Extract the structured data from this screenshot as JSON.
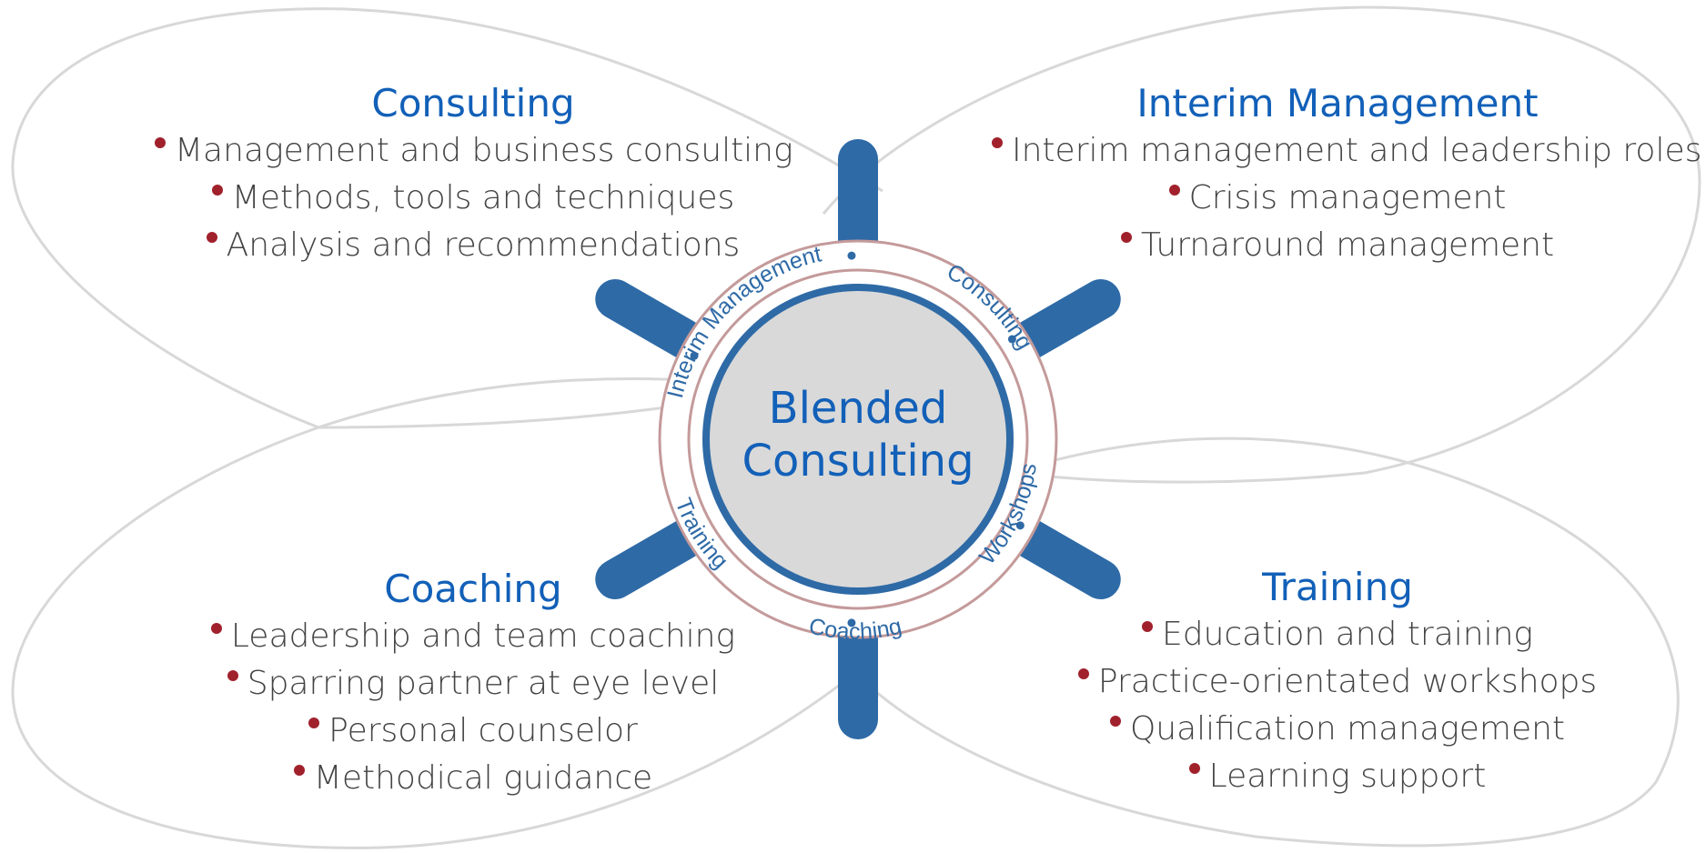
{
  "colors": {
    "heading": "#1260b8",
    "bullet": "#a0212c",
    "body_text": "#444444",
    "petal_stroke": "#d8d8d8",
    "wheel_blue": "#2e6aa6",
    "hub_fill": "#d9d9d9",
    "ring_stroke": "#c49a9a"
  },
  "center": {
    "title_line1": "Blended",
    "title_line2": "Consulting"
  },
  "ring_labels": {
    "interim": "Interim Management",
    "consulting": "Consulting",
    "workshops": "Workshops",
    "coaching": "Coaching",
    "training": "Training"
  },
  "blocks": {
    "consulting": {
      "title": "Consulting",
      "items": [
        "Management and business consulting",
        "Methods, tools and techniques",
        "Analysis and recommendations"
      ]
    },
    "interim": {
      "title": "Interim Management",
      "items": [
        "Interim management and leadership roles",
        "Crisis management",
        "Turnaround management"
      ]
    },
    "coaching": {
      "title": "Coaching",
      "items": [
        "Leadership and team coaching",
        "Sparring partner at eye level",
        "Personal counselor",
        "Methodical guidance"
      ]
    },
    "training": {
      "title": "Training",
      "items": [
        "Education and training",
        "Practice-orientated workshops",
        "Qualification management",
        "Learning support"
      ]
    }
  }
}
